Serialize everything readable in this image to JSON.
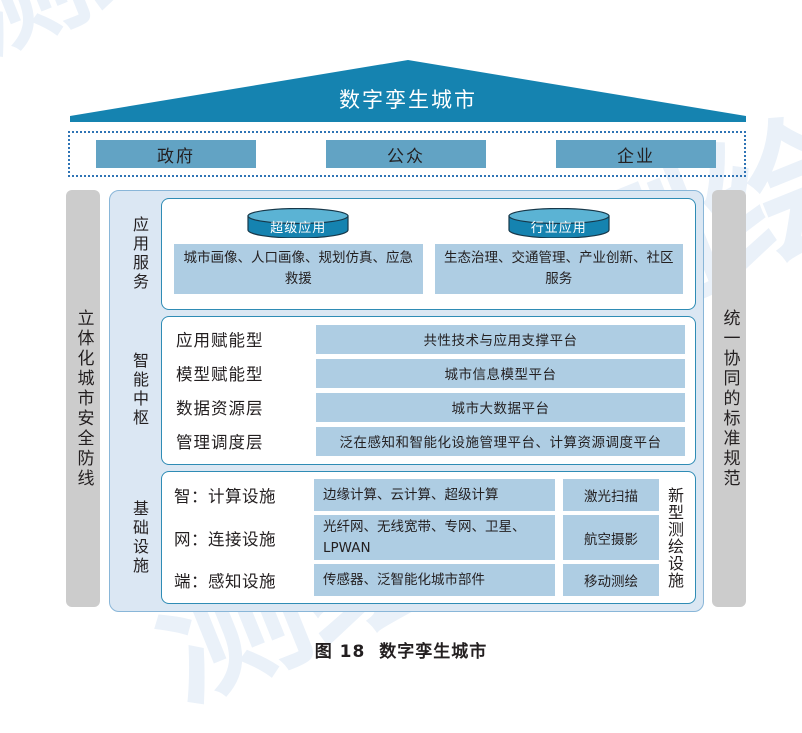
{
  "figure": {
    "caption_number": "图 18",
    "caption_title": "数字孪生城市"
  },
  "roof": {
    "title": "数字孪生城市",
    "color": "#1583b0"
  },
  "users": {
    "items": [
      {
        "label": "政府"
      },
      {
        "label": "公众"
      },
      {
        "label": "企业"
      }
    ],
    "box_color": "#62a3c4",
    "border_color": "#2f74b5"
  },
  "side_left": {
    "label": "立体化城市安全防线",
    "color": "#cccccc"
  },
  "side_right": {
    "label": "统一协同的标准规范",
    "color": "#cccccc"
  },
  "layers": {
    "application_services": {
      "label": "应用服务",
      "columns": [
        {
          "cylinder": "超级应用",
          "description": "城市画像、人口画像、规划仿真、应急救援"
        },
        {
          "cylinder": "行业应用",
          "description": "生态治理、交通管理、产业创新、社区服务"
        }
      ]
    },
    "intelligent_hub": {
      "label": "智能中枢",
      "rows": [
        {
          "name": "应用赋能型",
          "value": "共性技术与应用支撑平台"
        },
        {
          "name": "模型赋能型",
          "value": "城市信息模型平台"
        },
        {
          "name": "数据资源层",
          "value": "城市大数据平台"
        },
        {
          "name": "管理调度层",
          "value": "泛在感知和智能化设施管理平台、计算资源调度平台"
        }
      ]
    },
    "infrastructure": {
      "label": "基础设施",
      "rows": [
        {
          "name": "智：计算设施",
          "desc": "边缘计算、云计算、超级计算",
          "extra": "激光扫描"
        },
        {
          "name": "网：连接设施",
          "desc": "光纤网、无线宽带、专网、卫星、LPWAN",
          "extra": "航空摄影"
        },
        {
          "name": "端：感知设施",
          "desc": "传感器、泛智能化城市部件",
          "extra": "移动测绘"
        }
      ],
      "vertical_label": "新型测绘设施"
    }
  },
  "palette": {
    "panel_bg": "#dbe7f3",
    "panel_border": "#89b6d8",
    "card_border": "#2f8cb5",
    "bar_fill": "#aecde3",
    "cylinder_body": "#1583b0",
    "cylinder_top": "#5bb3d4",
    "watermark": "#eaf1f9"
  },
  "watermark": {
    "text": "测绘"
  }
}
